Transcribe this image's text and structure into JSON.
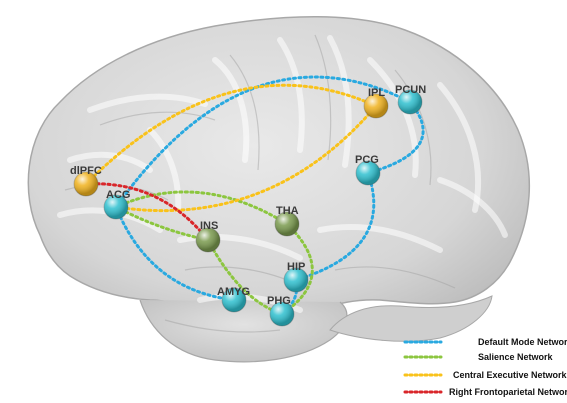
{
  "networks": [
    {
      "key": "dmn",
      "name": "Default Mode Network",
      "color": "#29a9e0"
    },
    {
      "key": "sal",
      "name": "Salience Network",
      "color": "#8cc63f"
    },
    {
      "key": "cen",
      "name": "Central Executive Network",
      "color": "#f9c21a"
    },
    {
      "key": "rfp",
      "name": "Right Frontoparietal Network",
      "color": "#d9262a"
    }
  ],
  "regions": [
    {
      "key": "dlpfc",
      "label": "dlPFC",
      "network": "cen",
      "color": "#f0b21e"
    },
    {
      "key": "acg",
      "label": "ACG",
      "network": "dmn",
      "color": "#2fc0cf"
    },
    {
      "key": "ins",
      "label": "INS",
      "network": "sal",
      "color": "#7a9a4e"
    },
    {
      "key": "tha",
      "label": "THA",
      "network": "sal",
      "color": "#7a9a4e"
    },
    {
      "key": "ipl",
      "label": "IPL",
      "network": "cen",
      "color": "#f0b21e"
    },
    {
      "key": "pcun",
      "label": "PCUN",
      "network": "dmn",
      "color": "#2fc0cf"
    },
    {
      "key": "pcg",
      "label": "PCG",
      "network": "dmn",
      "color": "#2fc0cf"
    },
    {
      "key": "hip",
      "label": "HIP",
      "network": "dmn",
      "color": "#2fc0cf"
    },
    {
      "key": "amyg",
      "label": "AMYG",
      "network": "dmn",
      "color": "#2fc0cf"
    },
    {
      "key": "phg",
      "label": "PHG",
      "network": "dmn",
      "color": "#2fc0cf"
    }
  ],
  "connections": [
    {
      "network": "dmn",
      "from": "acg",
      "to": "pcun"
    },
    {
      "network": "dmn",
      "from": "pcun",
      "to": "pcg"
    },
    {
      "network": "dmn",
      "from": "acg",
      "to": "amyg"
    },
    {
      "network": "dmn",
      "from": "pcg",
      "to": "hip"
    },
    {
      "network": "dmn",
      "from": "hip",
      "to": "phg"
    },
    {
      "network": "sal",
      "from": "acg",
      "to": "tha"
    },
    {
      "network": "sal",
      "from": "acg",
      "to": "ins"
    },
    {
      "network": "sal",
      "from": "ins",
      "to": "phg"
    },
    {
      "network": "sal",
      "from": "tha",
      "to": "phg"
    },
    {
      "network": "cen",
      "from": "dlpfc",
      "to": "ipl"
    },
    {
      "network": "cen",
      "from": "acg",
      "to": "ipl"
    },
    {
      "network": "rfp",
      "from": "dlpfc",
      "to": "ins"
    }
  ]
}
